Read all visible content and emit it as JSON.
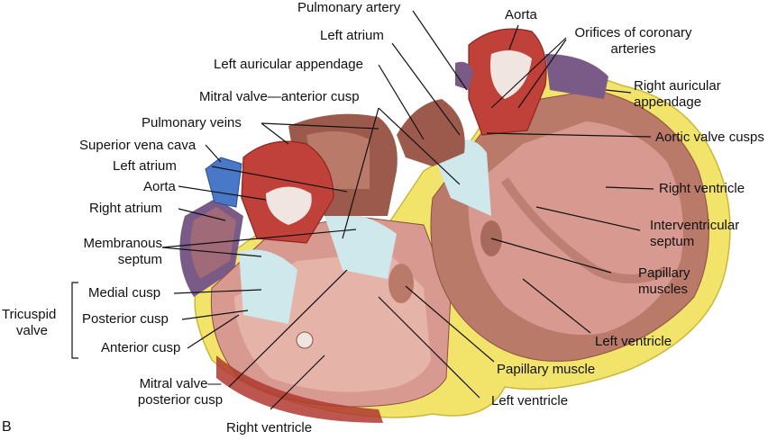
{
  "panel_letter": "B",
  "labels": {
    "pulmonary_artery": "Pulmonary artery",
    "aorta_top": "Aorta",
    "left_atrium_top": "Left atrium",
    "orifices_coronary_1": "Orifices of coronary",
    "orifices_coronary_2": "arteries",
    "left_auricular_appendage": "Left auricular appendage",
    "right_auricular_appendage_1": "Right auricular",
    "right_auricular_appendage_2": "appendage",
    "mitral_anterior_cusp": "Mitral valve—anterior cusp",
    "pulmonary_veins": "Pulmonary veins",
    "aortic_valve_cusps": "Aortic valve cusps",
    "superior_vena_cava": "Superior vena cava",
    "left_atrium_left": "Left atrium",
    "aorta_left": "Aorta",
    "right_ventricle_right": "Right ventricle",
    "right_atrium": "Right atrium",
    "interventricular_1": "Interventricular",
    "interventricular_2": "septum",
    "membranous_1": "Membranous",
    "membranous_2": "septum",
    "papillary_muscles_1": "Papillary",
    "papillary_muscles_2": "muscles",
    "tricuspid_1": "Tricuspid",
    "tricuspid_2": "valve",
    "medial_cusp": "Medial cusp",
    "posterior_cusp": "Posterior cusp",
    "anterior_cusp": "Anterior cusp",
    "left_ventricle_right": "Left ventricle",
    "papillary_muscle": "Papillary muscle",
    "mitral_posterior_1": "Mitral valve—",
    "mitral_posterior_2": "posterior cusp",
    "left_ventricle_bottom": "Left ventricle",
    "right_ventricle_bottom": "Right ventricle"
  },
  "colors": {
    "fat": "#f2e36a",
    "fat_edge": "#c9b83a",
    "muscle": "#b97a6a",
    "muscle_light": "#e6b3a8",
    "muscle_dark": "#8d4e40",
    "valve": "#cfe8ec",
    "vessel": "#c0403a",
    "vessel_dark": "#8e2620",
    "vena_cava": "#4a78c8",
    "auricle_purple": "#7a5a86"
  }
}
